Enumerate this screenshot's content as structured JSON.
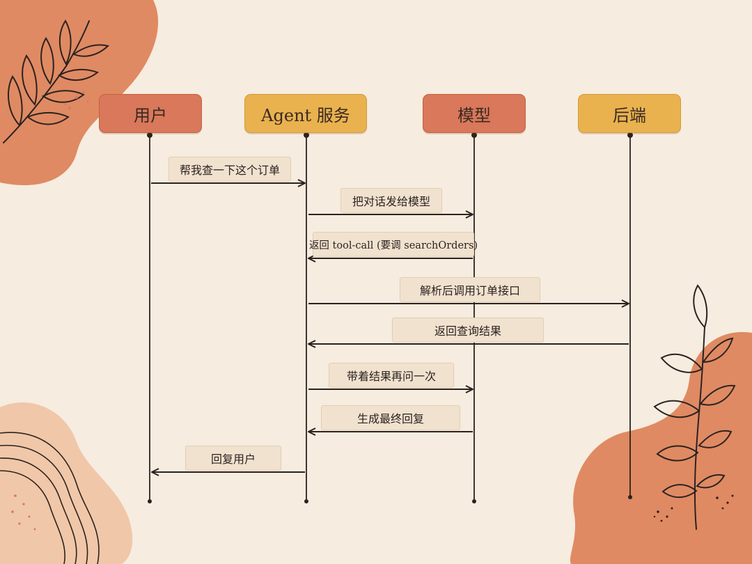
{
  "participants": {
    "user": "用户",
    "agent": "Agent 服务",
    "model": "模型",
    "backend": "后端"
  },
  "messages": {
    "m1": "帮我查一下这个订单",
    "m2": "把对话发给模型",
    "m3": "返回 tool-call (要调 searchOrders)",
    "m4": "解析后调用订单接口",
    "m5": "返回查询结果",
    "m6": "带着结果再问一次",
    "m7": "生成最终回复",
    "m8": "回复用户"
  },
  "colors": {
    "background": "#f6ecdf",
    "terracotta": "#d9785a",
    "mustard": "#e9b24f",
    "blob": "#df8a63",
    "ink": "#2b2220"
  }
}
